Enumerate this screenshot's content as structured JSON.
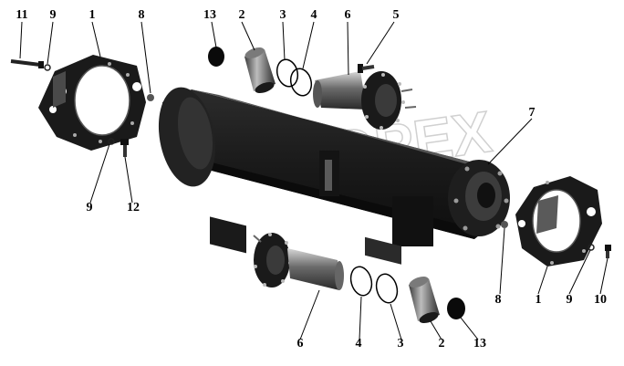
{
  "diagram": {
    "type": "exploded-parts-view",
    "watermark": "OPEX",
    "colors": {
      "background": "#ffffff",
      "part_dark": "#1c1c1c",
      "part_mid": "#3a3a3a",
      "part_light": "#8a8a8a",
      "ring": "#000000",
      "text": "#000000"
    },
    "callouts": [
      {
        "id": "c11-top-left",
        "label": "11"
      },
      {
        "id": "c9-top-left",
        "label": "9"
      },
      {
        "id": "c1-top-left",
        "label": "1"
      },
      {
        "id": "c8-top",
        "label": "8"
      },
      {
        "id": "c13-top",
        "label": "13"
      },
      {
        "id": "c2-top",
        "label": "2"
      },
      {
        "id": "c3-top",
        "label": "3"
      },
      {
        "id": "c4-top",
        "label": "4"
      },
      {
        "id": "c6-top",
        "label": "6"
      },
      {
        "id": "c5-top",
        "label": "5"
      },
      {
        "id": "c7-right",
        "label": "7"
      },
      {
        "id": "c9-mid-left",
        "label": "9"
      },
      {
        "id": "c12-left",
        "label": "12"
      },
      {
        "id": "c8-bottom-right",
        "label": "8"
      },
      {
        "id": "c1-bottom-right",
        "label": "1"
      },
      {
        "id": "c9-bottom-right",
        "label": "9"
      },
      {
        "id": "c10-bottom-right",
        "label": "10"
      },
      {
        "id": "c6-bottom",
        "label": "6"
      },
      {
        "id": "c4-bottom",
        "label": "4"
      },
      {
        "id": "c3-bottom",
        "label": "3"
      },
      {
        "id": "c2-bottom",
        "label": "2"
      },
      {
        "id": "c13-bottom",
        "label": "13"
      }
    ]
  }
}
